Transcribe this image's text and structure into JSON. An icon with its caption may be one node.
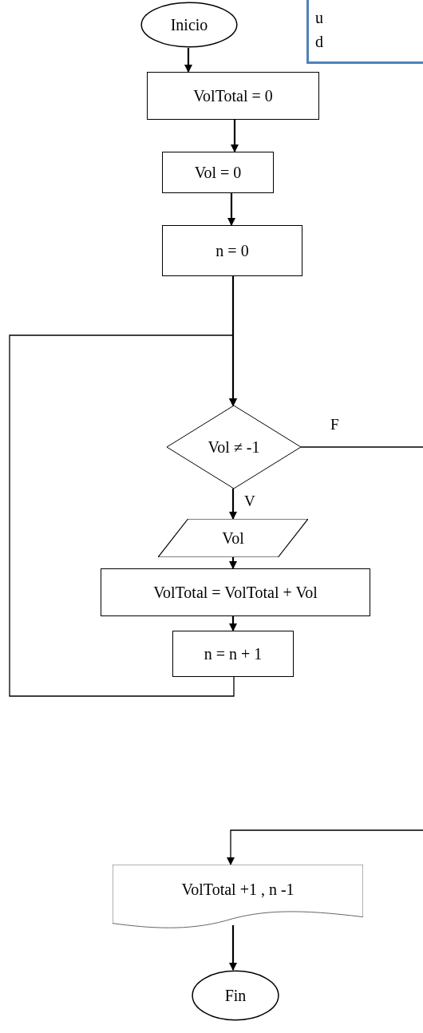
{
  "diagram": {
    "nodes": [
      {
        "text": [
          "Inicio"
        ]
      },
      {
        "text": [
          "VolTotal = 0"
        ]
      },
      {
        "text": [
          "Vol = 0"
        ]
      },
      {
        "text": [
          "n = 0"
        ]
      },
      {
        "text": [
          "Vol ≠ -1"
        ]
      },
      {
        "text": [
          "Vol"
        ]
      },
      {
        "text": [
          "VolTotal = VolTotal + Vol"
        ]
      },
      {
        "text": [
          "n = n + 1"
        ]
      },
      {
        "text": [
          "VolTotal +1 ,  n -1"
        ]
      },
      {
        "text": [
          "Fin"
        ]
      },
      {
        "text": [
          "u d"
        ]
      }
    ],
    "edges": [
      {
        "from": 0,
        "to": 1,
        "arrow": "to"
      },
      {
        "from": 1,
        "to": 2,
        "arrow": "to"
      },
      {
        "from": 2,
        "to": 3,
        "arrow": "to"
      },
      {
        "from": 3,
        "to": 4,
        "arrow": "to"
      },
      {
        "from": 4,
        "to": 5,
        "arrow": "to",
        "label": "V"
      },
      {
        "from": 5,
        "to": 6,
        "arrow": "to"
      },
      {
        "from": 6,
        "to": 7,
        "arrow": "to"
      },
      {
        "from": 7,
        "to": 4,
        "arrow": "to"
      },
      {
        "from": 4,
        "to": 8,
        "arrow": "to",
        "label": "F"
      },
      {
        "from": 8,
        "to": 9,
        "arrow": "to"
      }
    ]
  }
}
